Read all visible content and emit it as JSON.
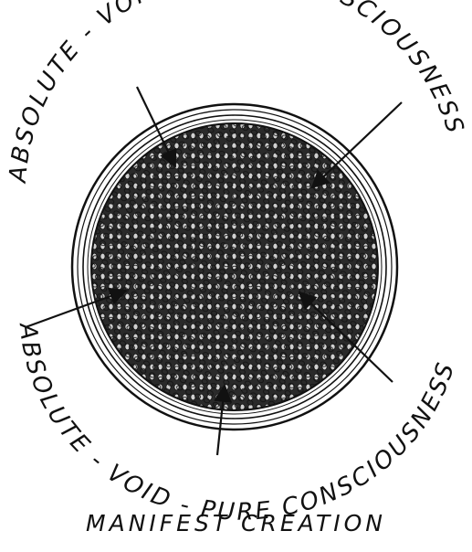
{
  "diagram": {
    "outer_label_top": "ABSOLUTE - VOID - PURE CONSCIOUSNESS",
    "outer_label_bottom": "ABSOLUTE - VOID - PURE CONSCIOUSNESS",
    "caption": "MANIFEST CREATION"
  },
  "colors": {
    "ink": "#111111",
    "background": "#ffffff"
  }
}
